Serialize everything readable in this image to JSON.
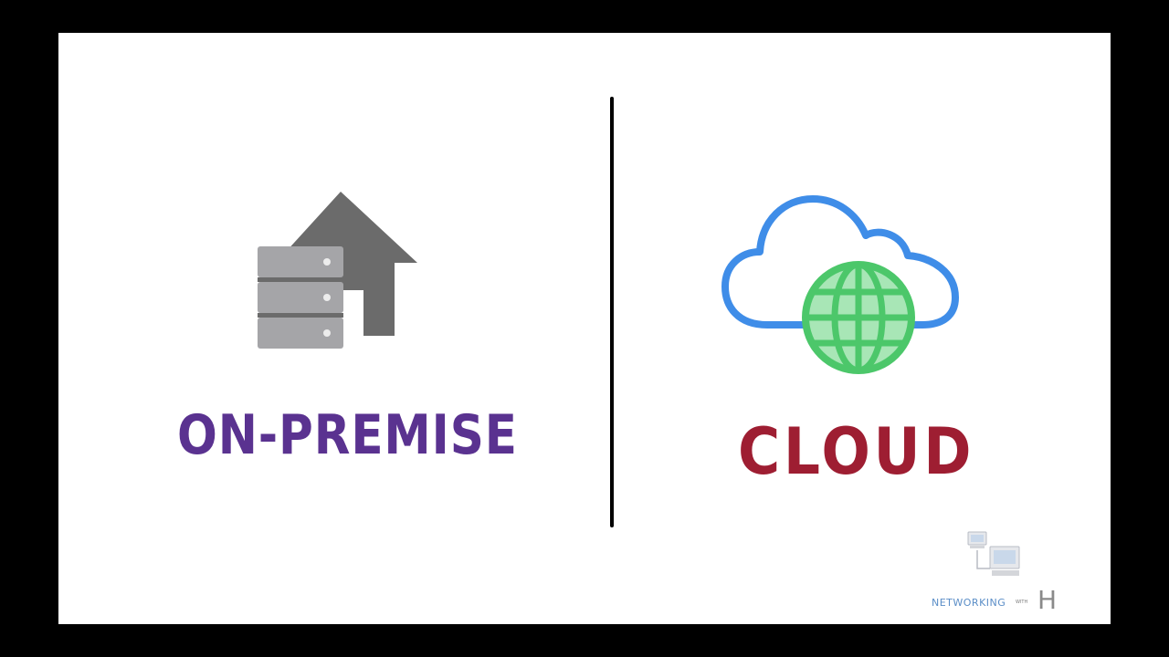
{
  "left_panel": {
    "label": "ON-PREMISE",
    "icon": "server-house-icon",
    "label_color": "#5a3290"
  },
  "right_panel": {
    "label": "CLOUD",
    "icon": "cloud-globe-icon",
    "label_color": "#9e1e32"
  },
  "watermark": {
    "text": "NETWORKING",
    "with": "WITH",
    "letter": "H",
    "icon": "networked-computers-icon"
  },
  "colors": {
    "frame": "#000000",
    "background": "#ffffff",
    "cloud_outline": "#3f8de8",
    "globe": "#4cc76a",
    "house": "#6b6b6b",
    "server": "#a5a5a8"
  }
}
